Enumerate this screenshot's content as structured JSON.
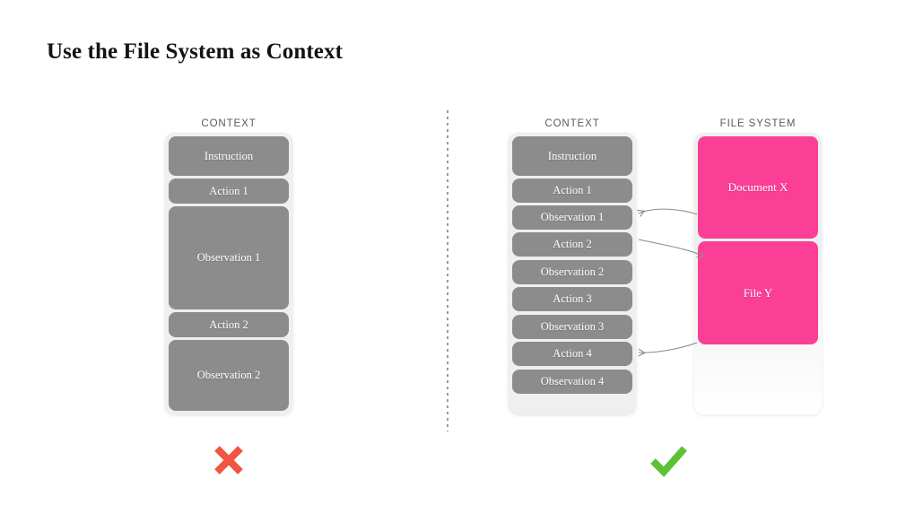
{
  "title": "Use the File System as Context",
  "columns": {
    "left": {
      "header": "CONTEXT",
      "blocks": [
        {
          "label": "Instruction"
        },
        {
          "label": "Action 1"
        },
        {
          "label": "Observation 1"
        },
        {
          "label": "Action 2"
        },
        {
          "label": "Observation 2"
        }
      ],
      "verdict": "cross"
    },
    "middle": {
      "header": "CONTEXT",
      "blocks": [
        {
          "label": "Instruction"
        },
        {
          "label": "Action 1"
        },
        {
          "label": "Observation 1"
        },
        {
          "label": "Action 2"
        },
        {
          "label": "Observation 2"
        },
        {
          "label": "Action 3"
        },
        {
          "label": "Observation 3"
        },
        {
          "label": "Action 4"
        },
        {
          "label": "Observation 4"
        }
      ],
      "verdict": "check"
    },
    "file_system": {
      "header": "FILE SYSTEM",
      "blocks": [
        {
          "label": "Document X"
        },
        {
          "label": "File Y"
        }
      ]
    }
  },
  "connections": [
    {
      "from": "Document X",
      "to": "Observation 1",
      "direction": "to-context"
    },
    {
      "from": "Action 2",
      "to": "File Y",
      "direction": "to-file-system"
    },
    {
      "from": "File Y",
      "to": "Action 4",
      "direction": "to-context"
    }
  ],
  "icons": {
    "cross": "cross-icon",
    "check": "check-icon"
  },
  "colors": {
    "block_gray": "#8c8c8c",
    "block_pink": "#fb3f96",
    "container_gray": "#efefef",
    "cross_red": "#f05442",
    "check_green": "#5bc236",
    "title_text": "#131313",
    "header_text": "#5a5a5a",
    "connector_line": "#8a8a8a",
    "divider": "#9a9a9a",
    "background": "#ffffff"
  }
}
